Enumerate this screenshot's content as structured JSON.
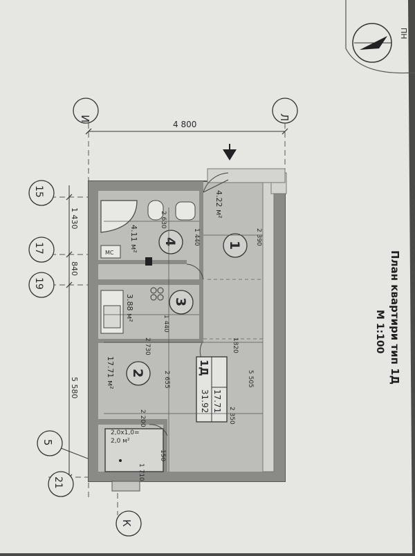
{
  "title": {
    "line1": "План квартири тип 1Д",
    "line2": "М 1:100"
  },
  "compass": {
    "label": "ПН"
  },
  "axes": {
    "top_left": "И",
    "top_right": "Л",
    "bottom_right": "К",
    "left_1": "15",
    "left_2": "17",
    "left_3": "19",
    "left_4": "5",
    "left_5": "21"
  },
  "dimensions": {
    "overall_width": "4 800",
    "overall_length": "5 580",
    "seg_1430": "1 430",
    "seg_840": "840",
    "d_2630": "2 630",
    "d_1440a": "1 440",
    "d_2390": "2 390",
    "d_1440b": "1 440",
    "d_2730": "2 730",
    "d_1820": "1820",
    "d_2655": "2 655",
    "d_5505": "5 505",
    "d_2200": "2 200",
    "d_2350": "2 350",
    "d_1710": "1 710",
    "d_150": "150"
  },
  "rooms": {
    "r1": {
      "number": "1",
      "area": "4.22 м²"
    },
    "r2": {
      "number": "2",
      "area": "17.71 м²"
    },
    "r3": {
      "number": "3",
      "area": "3.88 м²"
    },
    "r4": {
      "number": "4",
      "area": "4.11 м²"
    },
    "r5": {
      "number": "5",
      "area_line1": "2,0x1,0=",
      "area_line2": "2,0 м²"
    }
  },
  "apartment": {
    "type": "1Д",
    "living_area": "17.71",
    "total_area": "31.92"
  },
  "fixtures": {
    "mc": "МС"
  },
  "colors": {
    "paper": "#e6e6e3",
    "ink": "#2a2a2a",
    "wall": "#8a8a87",
    "room_fill": "#bdbdb9"
  }
}
